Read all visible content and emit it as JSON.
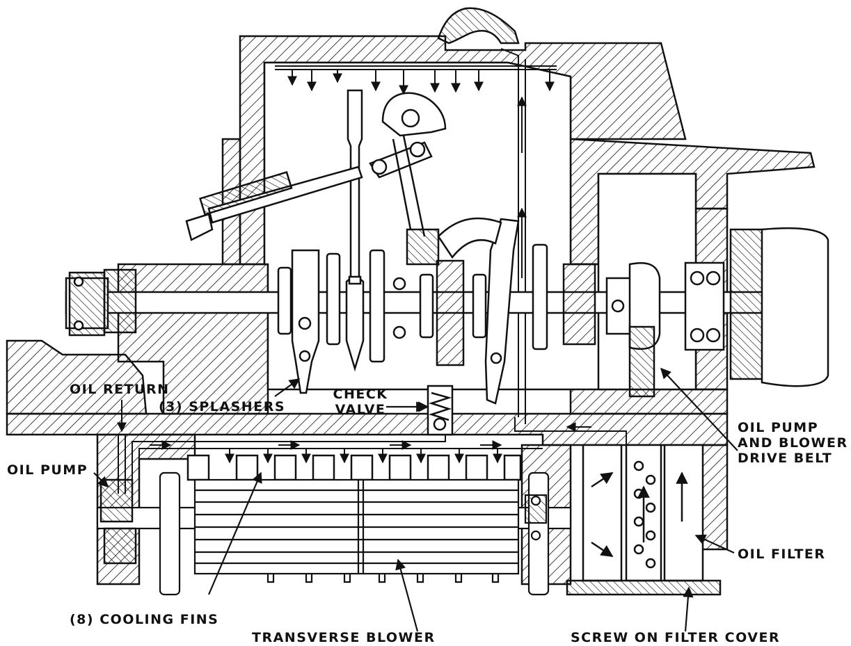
{
  "labels": {
    "oil_return": "OIL RETURN",
    "splashers": "(3) SPLASHERS",
    "check_valve_line1": "CHECK",
    "check_valve_line2": "VALVE",
    "oil_pump": "OIL PUMP",
    "belt_line1": "OIL PUMP",
    "belt_line2": "AND BLOWER",
    "belt_line3": "DRIVE BELT",
    "oil_filter": "OIL FILTER",
    "cooling_fins": "(8) COOLING FINS",
    "transverse_blower": "TRANSVERSE BLOWER",
    "filter_cover": "SCREW ON FILTER COVER"
  },
  "colors": {
    "ink": "#111111",
    "paper": "#ffffff"
  }
}
